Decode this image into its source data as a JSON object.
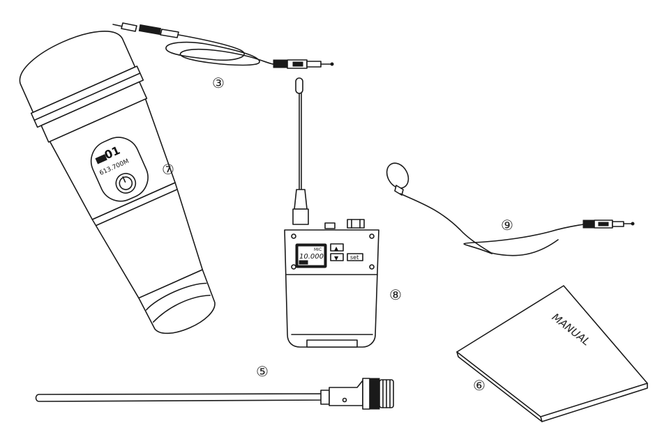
{
  "labels": {
    "cable": "③",
    "mic": "⑦",
    "bodypack": "⑧",
    "lavalier": "⑨",
    "antenna": "⑤",
    "manual": "⑥"
  },
  "mic_display": {
    "channel": "01",
    "frequency": "613.700M"
  },
  "bodypack_display": {
    "mode": "MIC",
    "frequency": "10.000",
    "up_key": "▲",
    "down_key": "▼",
    "set_key": "set"
  },
  "manual": {
    "title": "MANUAL"
  }
}
